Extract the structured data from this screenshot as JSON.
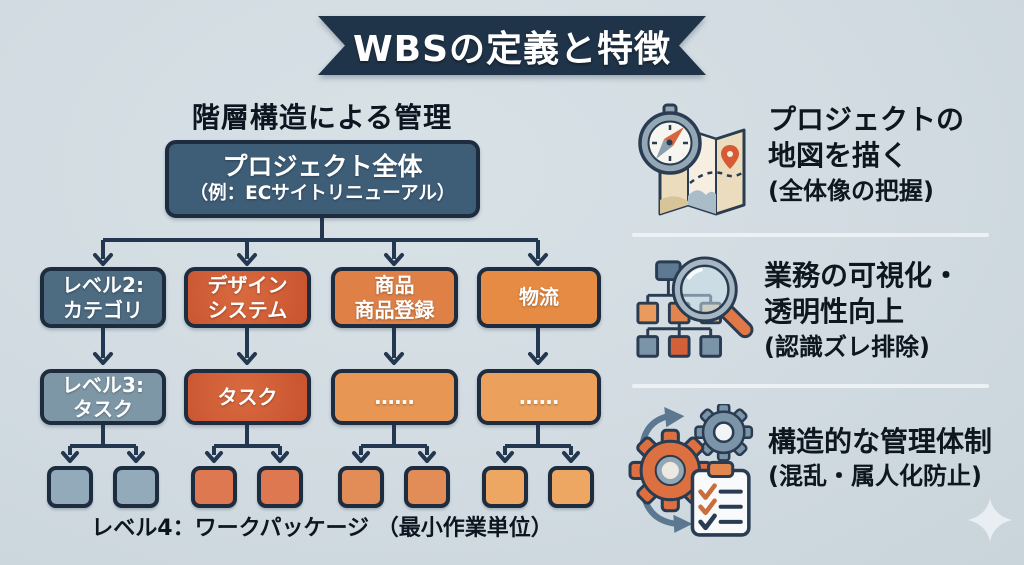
{
  "title": "WBSの定義と特徴",
  "diagram": {
    "heading": "階層構造による管理",
    "root": {
      "line1": "プロジェクト全体",
      "line2": "（例：ECサイトリニューアル）"
    },
    "level2": [
      {
        "label": "レベル2:\nカテゴリ"
      },
      {
        "label": "デザイン\nシステム"
      },
      {
        "label": "商品\n商品登録"
      },
      {
        "label": "物流"
      }
    ],
    "level3": [
      {
        "label": "レベル3:\nタスク"
      },
      {
        "label": "タスク"
      },
      {
        "label": "……"
      },
      {
        "label": "……"
      }
    ],
    "level4_caption": "レベル4：ワークパッケージ （最小作業単位）"
  },
  "features": [
    {
      "icon": "map-compass-icon",
      "title": "プロジェクトの\n地図を描く",
      "subtitle": "(全体像の把握)"
    },
    {
      "icon": "orgchart-magnifier-icon",
      "title": "業務の可視化・\n透明性向上",
      "subtitle": "(認識ズレ排除)"
    },
    {
      "icon": "gears-checklist-icon",
      "title": "構造的な管理体制",
      "subtitle": "(混乱・属人化防止)"
    }
  ],
  "colors": {
    "background": "#d1dbe1",
    "banner": "#203449",
    "node_border": "#1d2c3e",
    "root_fill": "#3e5d77",
    "slate_fill": "#4d6b81",
    "slate_light_fill": "#7e97a7",
    "red_orange_fill": "#c8532f",
    "orange_fill": "#df8147",
    "light_orange_fill": "#eba15c",
    "connector": "#233850",
    "divider": "#ebf1f4",
    "text_dark": "#0d1620",
    "text_white": "#ffffff",
    "icon_orange": "#dd7040",
    "icon_slate": "#7b94a8"
  }
}
